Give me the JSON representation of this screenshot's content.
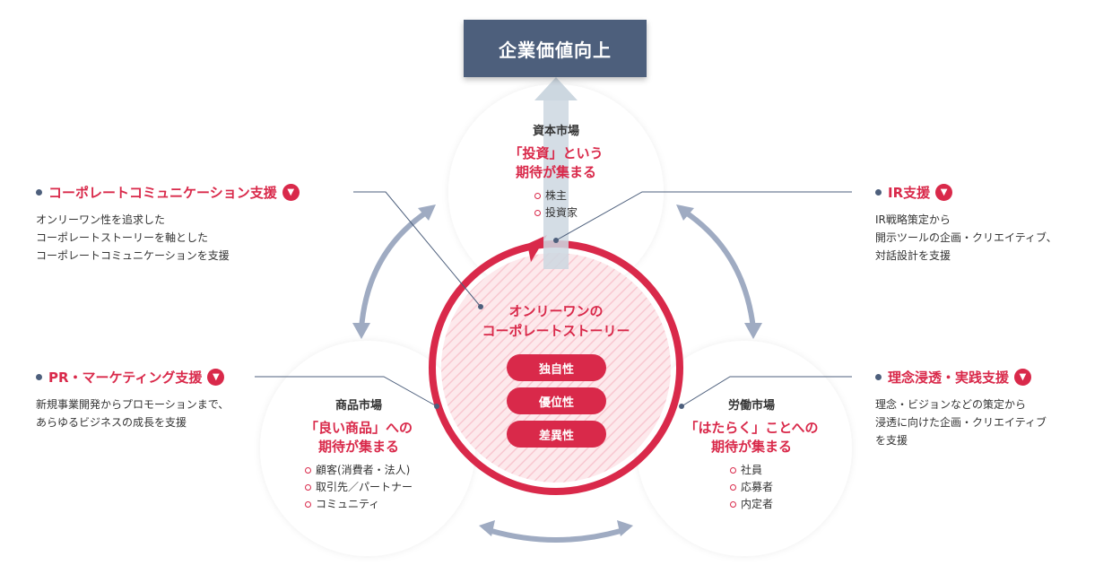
{
  "goal": "企業価値向上",
  "core": {
    "title_line1": "オンリーワンの",
    "title_line2": "コーポレートストーリー",
    "pills": [
      "独自性",
      "優位性",
      "差異性"
    ]
  },
  "markets": {
    "capital": {
      "name": "資本市場",
      "headline_line1": "「投資」という",
      "headline_line2": "期待が集まる",
      "items": [
        "株主",
        "投資家"
      ]
    },
    "product": {
      "name": "商品市場",
      "headline_line1": "「良い商品」への",
      "headline_line2": "期待が集まる",
      "items": [
        "顧客(消費者・法人)",
        "取引先／パートナー",
        "コミュニティ"
      ]
    },
    "labor": {
      "name": "労働市場",
      "headline_line1": "「はたらく」ことへの",
      "headline_line2": "期待が集まる",
      "items": [
        "社員",
        "応募者",
        "内定者"
      ]
    }
  },
  "services": {
    "corporate": {
      "title": "コーポレートコミュニケーション支援",
      "desc": [
        "オンリーワン性を追求した",
        "コーポレートストーリーを軸とした",
        "コーポレートコミュニケーションを支援"
      ]
    },
    "pr": {
      "title": "PR・マーケティング支援",
      "desc": [
        "新規事業開発からプロモーションまで、",
        "あらゆるビジネスの成長を支援"
      ]
    },
    "ir": {
      "title": "IR支援",
      "desc": [
        "IR戦略策定から",
        "開示ツールの企画・クリエイティブ、",
        "対話設計を支援"
      ]
    },
    "philosophy": {
      "title": "理念浸透・実践支援",
      "desc": [
        "理念・ビジョンなどの策定から",
        "浸透に向けた企画・クリエイティブ",
        "を支援"
      ]
    }
  },
  "icons": {
    "chevron": "chevron-down-icon",
    "bullet": "ring-bullet"
  },
  "colors": {
    "accent": "#d9294a",
    "navy": "#4d5f7c",
    "arrow": "#9fabc2",
    "arrow_up": "#ccd7e0"
  }
}
